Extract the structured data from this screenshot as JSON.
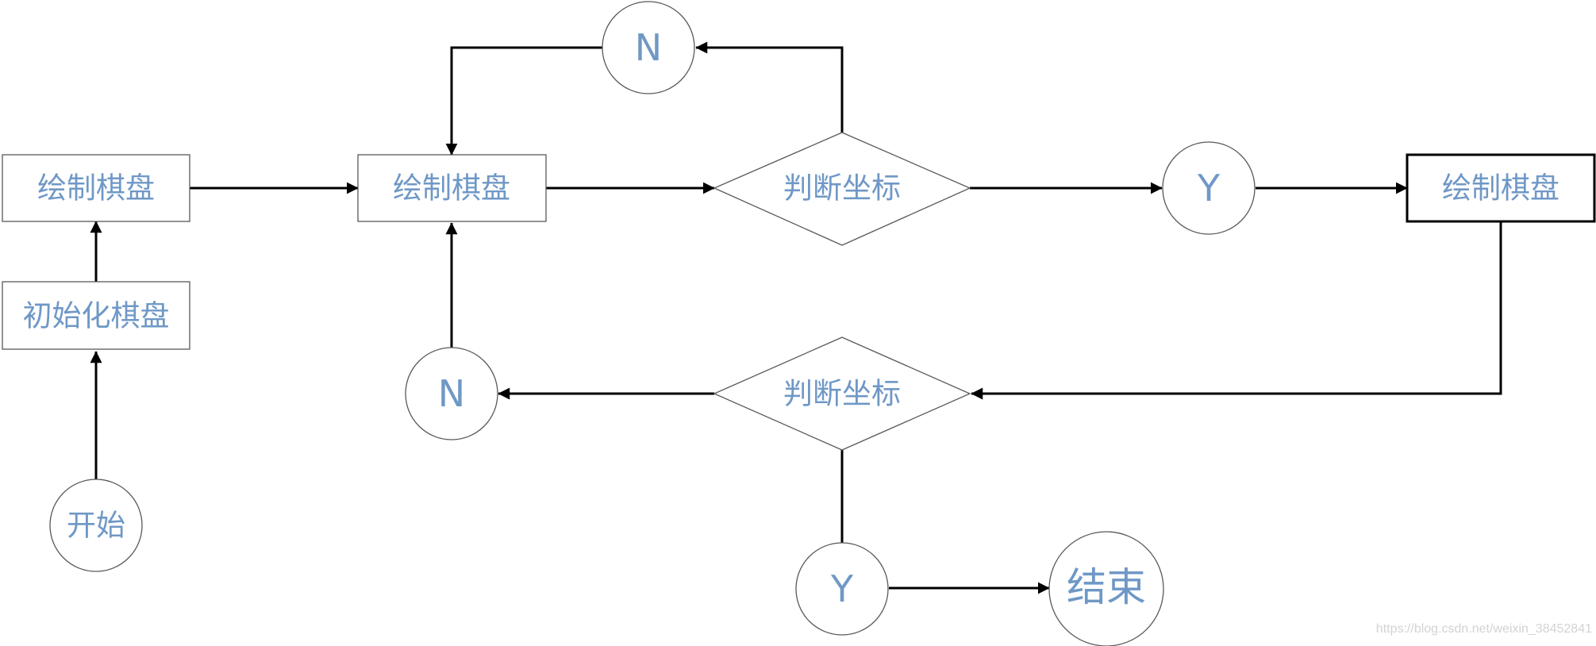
{
  "diagram": {
    "nodes": {
      "start": "开始",
      "init_board": "初始化棋盘",
      "draw_board_1": "绘制棋盘",
      "draw_board_2": "绘制棋盘",
      "draw_board_3": "绘制棋盘",
      "judge_coord_top": "判断坐标",
      "judge_coord_bottom": "判断坐标",
      "n_top": "N",
      "y_top": "Y",
      "n_bottom": "N",
      "y_bottom": "Y",
      "end": "结束"
    },
    "edges": [
      {
        "from": "start",
        "to": "init_board"
      },
      {
        "from": "init_board",
        "to": "draw_board_1"
      },
      {
        "from": "draw_board_1",
        "to": "draw_board_2"
      },
      {
        "from": "draw_board_2",
        "to": "judge_coord_top"
      },
      {
        "from": "judge_coord_top",
        "to": "n_top"
      },
      {
        "from": "n_top",
        "to": "draw_board_2"
      },
      {
        "from": "judge_coord_top",
        "to": "y_top"
      },
      {
        "from": "y_top",
        "to": "draw_board_3"
      },
      {
        "from": "draw_board_3",
        "to": "judge_coord_bottom"
      },
      {
        "from": "judge_coord_bottom",
        "to": "n_bottom"
      },
      {
        "from": "n_bottom",
        "to": "draw_board_2"
      },
      {
        "from": "judge_coord_bottom",
        "to": "y_bottom"
      },
      {
        "from": "y_bottom",
        "to": "end"
      }
    ]
  },
  "watermark": "https://blog.csdn.net/weixin_38452841",
  "colors": {
    "label": "#6F98C6",
    "stroke": "#000000",
    "shape_border": "#595959",
    "watermark": "#D3D3D3"
  }
}
